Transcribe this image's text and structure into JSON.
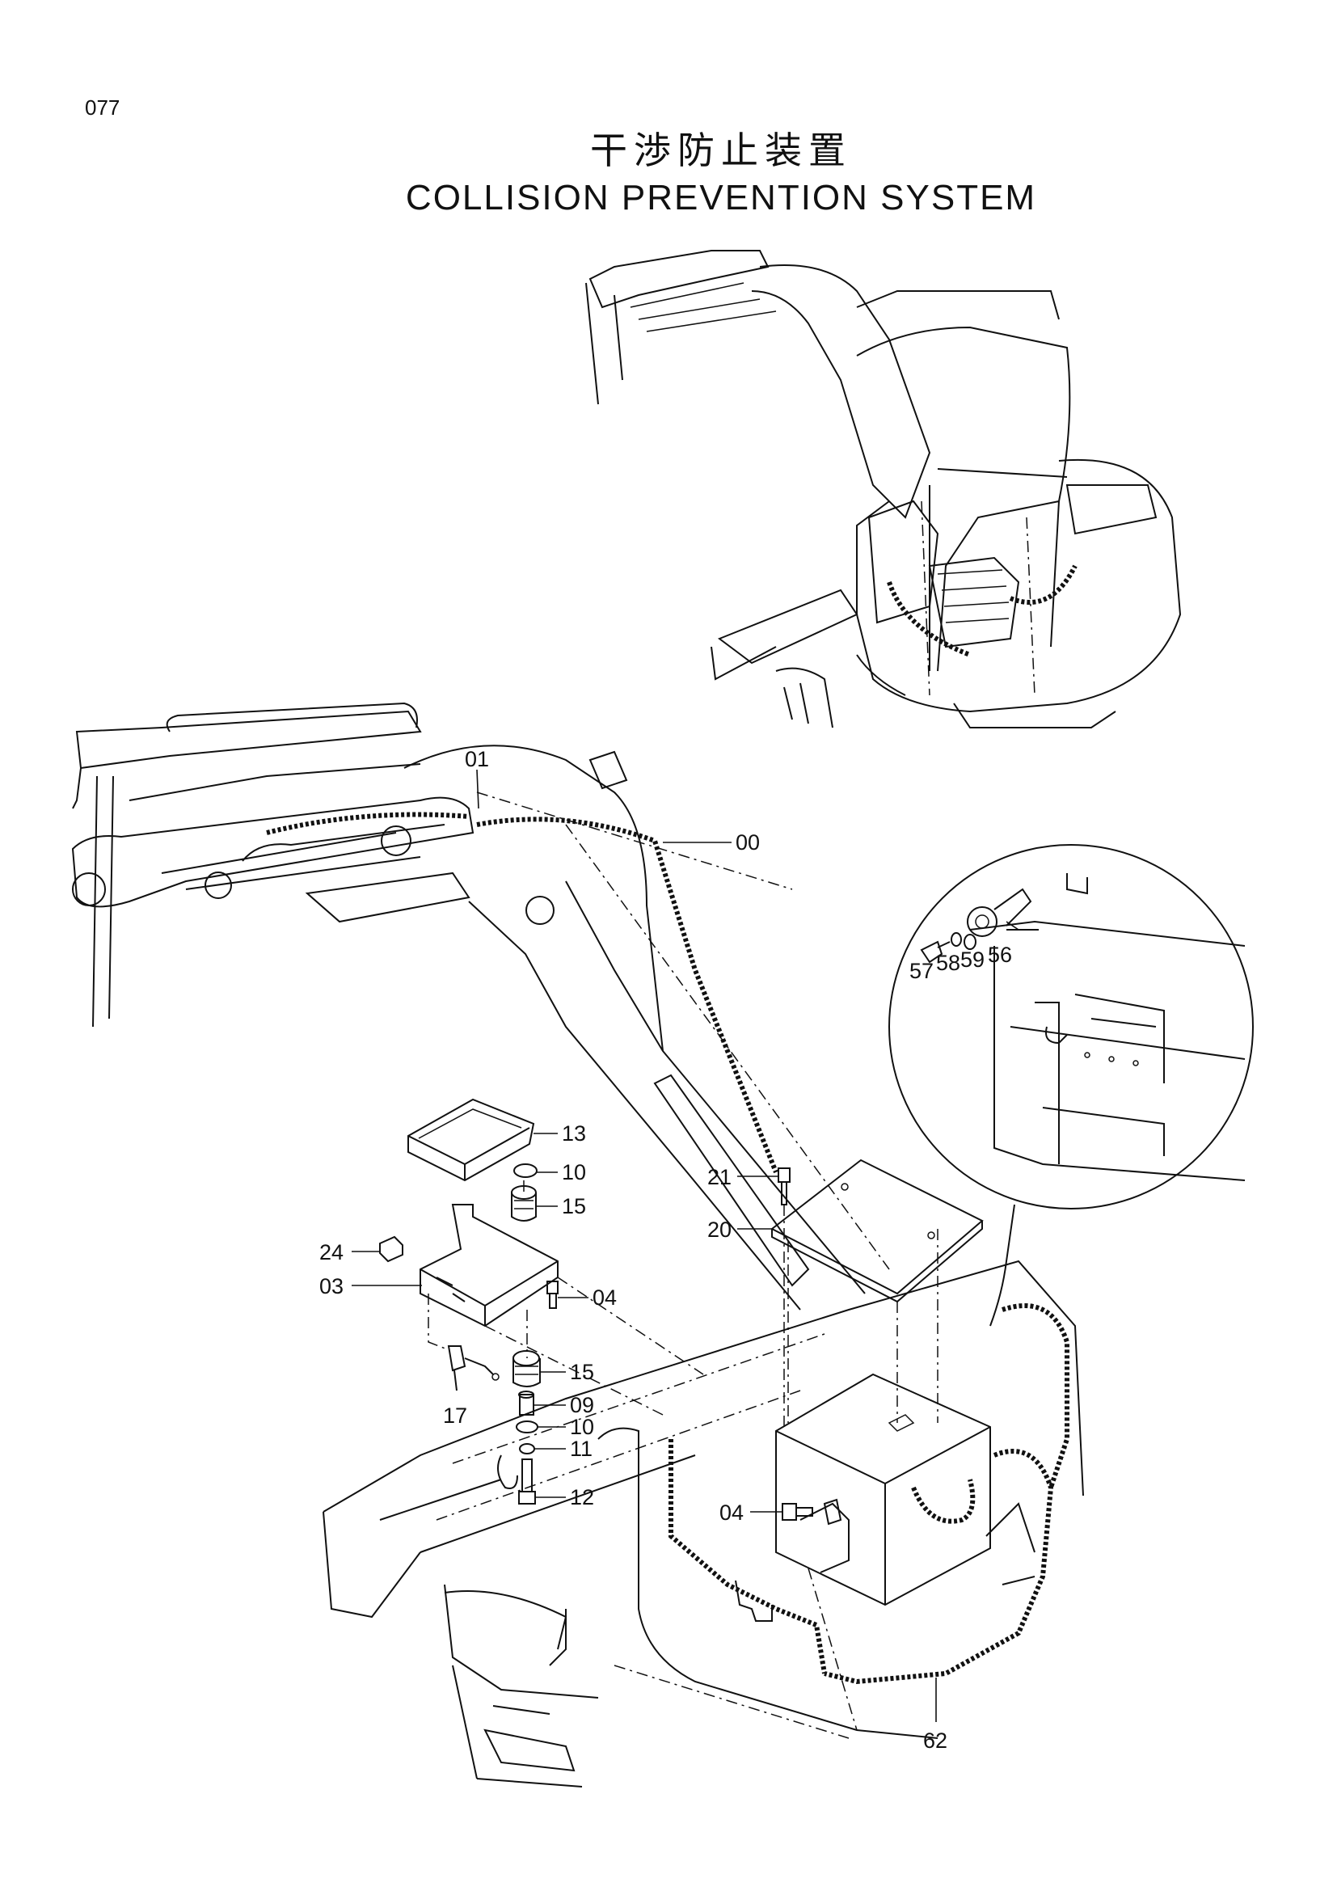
{
  "page_number": "077",
  "title_jp": "干渉防止装置",
  "title_en": "COLLISION PREVENTION SYSTEM",
  "callouts": {
    "c00": "00",
    "c01": "01",
    "c03": "03",
    "c04a": "04",
    "c04b": "04",
    "c09": "09",
    "c10a": "10",
    "c10b": "10",
    "c11": "11",
    "c12": "12",
    "c13": "13",
    "c15a": "15",
    "c15b": "15",
    "c17": "17",
    "c20": "20",
    "c21": "21",
    "c24": "24",
    "c56": "56",
    "c57": "57",
    "c58": "58",
    "c59": "59",
    "c62": "62"
  }
}
